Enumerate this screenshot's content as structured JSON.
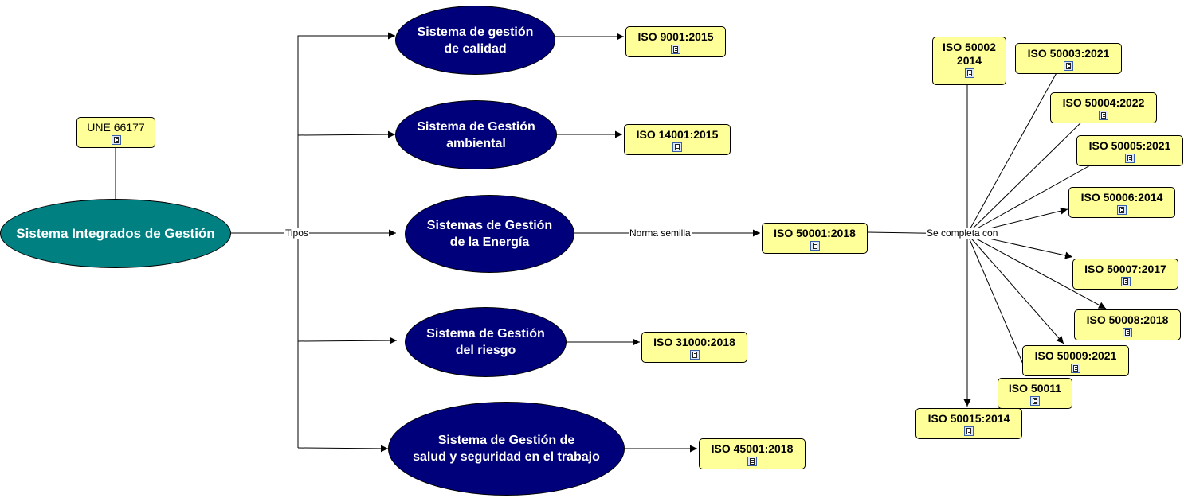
{
  "root": {
    "label": "Sistema Integrados de Gestión"
  },
  "une": {
    "label": "UNE 66177"
  },
  "link_labels": {
    "tipos": "Tipos",
    "norma_semilla": "Norma semilla",
    "se_completa": "Se completa con"
  },
  "systems": {
    "calidad": "Sistema de gestión\nde calidad",
    "ambiental": "Sistema de Gestión\nambiental",
    "energia": "Sistemas de Gestión\nde la Energía",
    "riesgo": "Sistema de Gestión\ndel riesgo",
    "salud": "Sistema de Gestión de\nsalud y seguridad en el trabajo"
  },
  "standards": {
    "iso9001": "ISO 9001:2015",
    "iso14001": "ISO 14001:2015",
    "iso50001": "ISO 50001:2018",
    "iso31000": "ISO 31000:2018",
    "iso45001": "ISO 45001:2018",
    "iso50002": "ISO 50002\n2014",
    "iso50003": "ISO 50003:2021",
    "iso50004": "ISO 50004:2022",
    "iso50005": "ISO 50005:2021",
    "iso50006": "ISO 50006:2014",
    "iso50007": "ISO 50007:2017",
    "iso50008": "ISO 50008:2018",
    "iso50009": "ISO 50009:2021",
    "iso50011": "ISO 50011",
    "iso50015": "ISO 50015:2014"
  },
  "colors": {
    "system_node": "#00007a",
    "root_node": "#008080",
    "standard_box": "#ffff99",
    "edge": "#000000"
  },
  "icons": {
    "resource": "document-icon"
  }
}
